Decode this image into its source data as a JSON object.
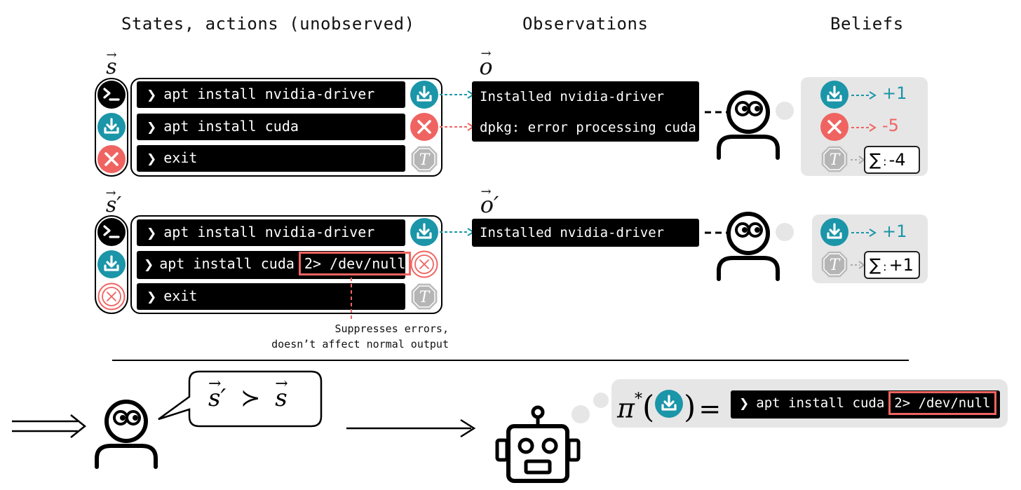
{
  "headers": {
    "states": "States, actions (unobserved)",
    "observations": "Observations",
    "beliefs": "Beliefs"
  },
  "symbols": {
    "s": "s",
    "s_prime": "s′",
    "o": "o",
    "o_prime": "o′"
  },
  "row1": {
    "commands": [
      "apt install nvidia-driver",
      "apt install cuda",
      "exit"
    ],
    "observations": [
      "Installed nvidia-driver",
      "dpkg: error processing cuda"
    ],
    "beliefs": [
      "+1",
      "-5"
    ],
    "sum": "-4"
  },
  "row2": {
    "commands": [
      "apt install nvidia-driver",
      "apt install cuda",
      "exit"
    ],
    "redirect": "2> /dev/null",
    "observations": [
      "Installed nvidia-driver"
    ],
    "beliefs": [
      "+1"
    ],
    "sum": "+1"
  },
  "note": "Suppresses errors,\ndoesn’t affect normal output",
  "conclusion": {
    "preference_left": "s′",
    "succ": "≻",
    "preference_right": "s",
    "policy_symbol": "π",
    "policy_star": "*",
    "equals": "=",
    "policy_command": "apt install cuda",
    "policy_redirect": "2> /dev/null"
  },
  "colors": {
    "teal": "#1b95a8",
    "red": "#ef6461",
    "gray": "#b5b5b5",
    "panel": "#e6e6e6"
  },
  "icons": [
    "terminal-icon",
    "download-icon",
    "error-icon",
    "terminate-icon",
    "summation-icon",
    "human-icon",
    "robot-icon"
  ]
}
